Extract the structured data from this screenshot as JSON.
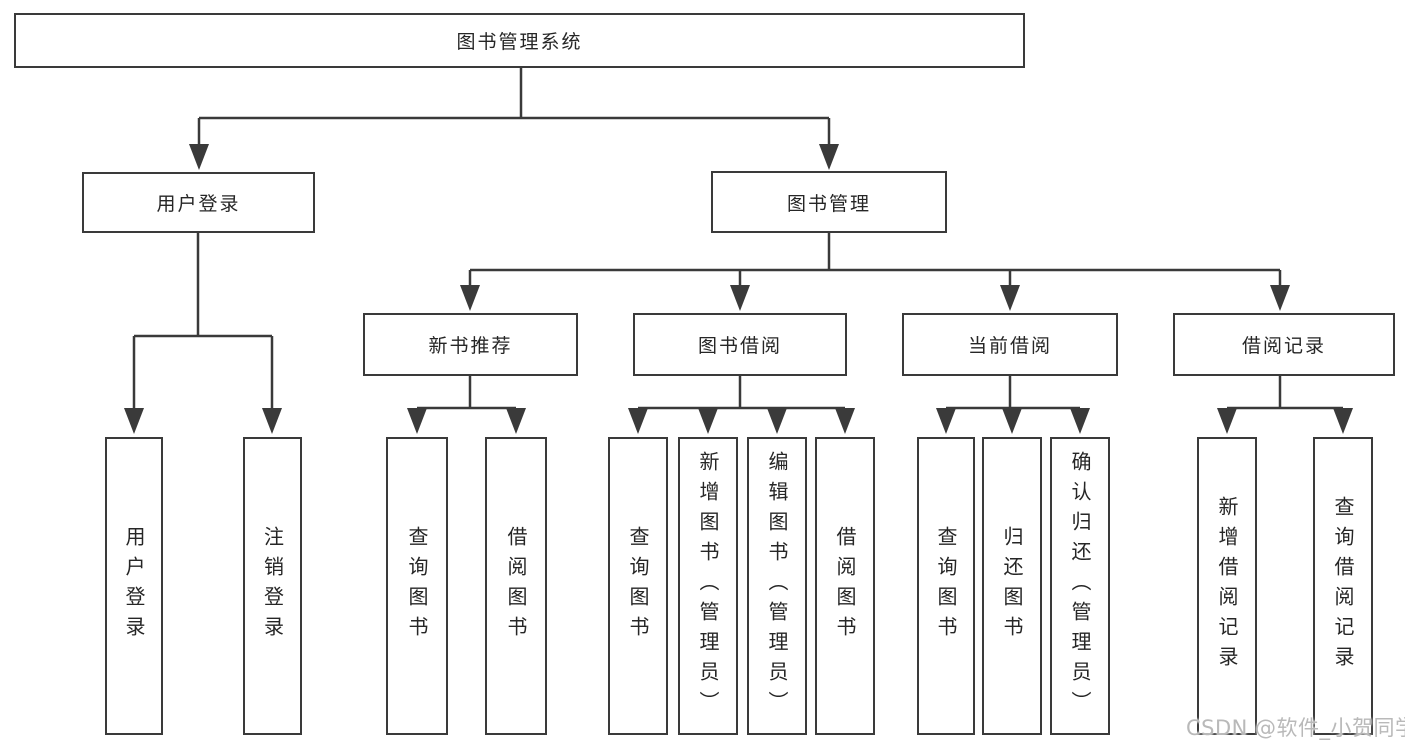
{
  "diagram": {
    "title": "图书管理系统",
    "type": "functional-structure-tree"
  },
  "style": {
    "line_color": "#3a3a3a",
    "box_background": "#ffffff",
    "text_color": "#262626",
    "watermark_color": "#b9b9b9",
    "page_background": "#ffffff"
  },
  "watermark": {
    "text": "CSDN @软件_小贺同学"
  },
  "nodes": {
    "root": {
      "label": "图书管理系统"
    },
    "user_login": {
      "label": "用户登录"
    },
    "book_management": {
      "label": "图书管理"
    },
    "new_book_recommend": {
      "label": "新书推荐"
    },
    "book_borrowing": {
      "label": "图书借阅"
    },
    "current_borrowing": {
      "label": "当前借阅"
    },
    "borrowing_records": {
      "label": "借阅记录"
    },
    "leaf_user_login": {
      "label": "用户登录"
    },
    "leaf_logout": {
      "label": "注销登录"
    },
    "leaf_recommend_query_books": {
      "label": "查询图书"
    },
    "leaf_recommend_borrow_books": {
      "label": "借阅图书"
    },
    "leaf_borrowing_query_books": {
      "label": "查询图书"
    },
    "leaf_borrowing_add_books": {
      "label": "新增图书（管理员）"
    },
    "leaf_borrowing_edit_books": {
      "label": "编辑图书（管理员）"
    },
    "leaf_borrowing_borrow_books": {
      "label": "借阅图书"
    },
    "leaf_current_query_books": {
      "label": "查询图书"
    },
    "leaf_current_return_books": {
      "label": "归还图书"
    },
    "leaf_current_confirm_return": {
      "label": "确认归还（管理员）"
    },
    "leaf_records_add_record": {
      "label": "新增借阅记录"
    },
    "leaf_records_query_record": {
      "label": "查询借阅记录"
    }
  }
}
